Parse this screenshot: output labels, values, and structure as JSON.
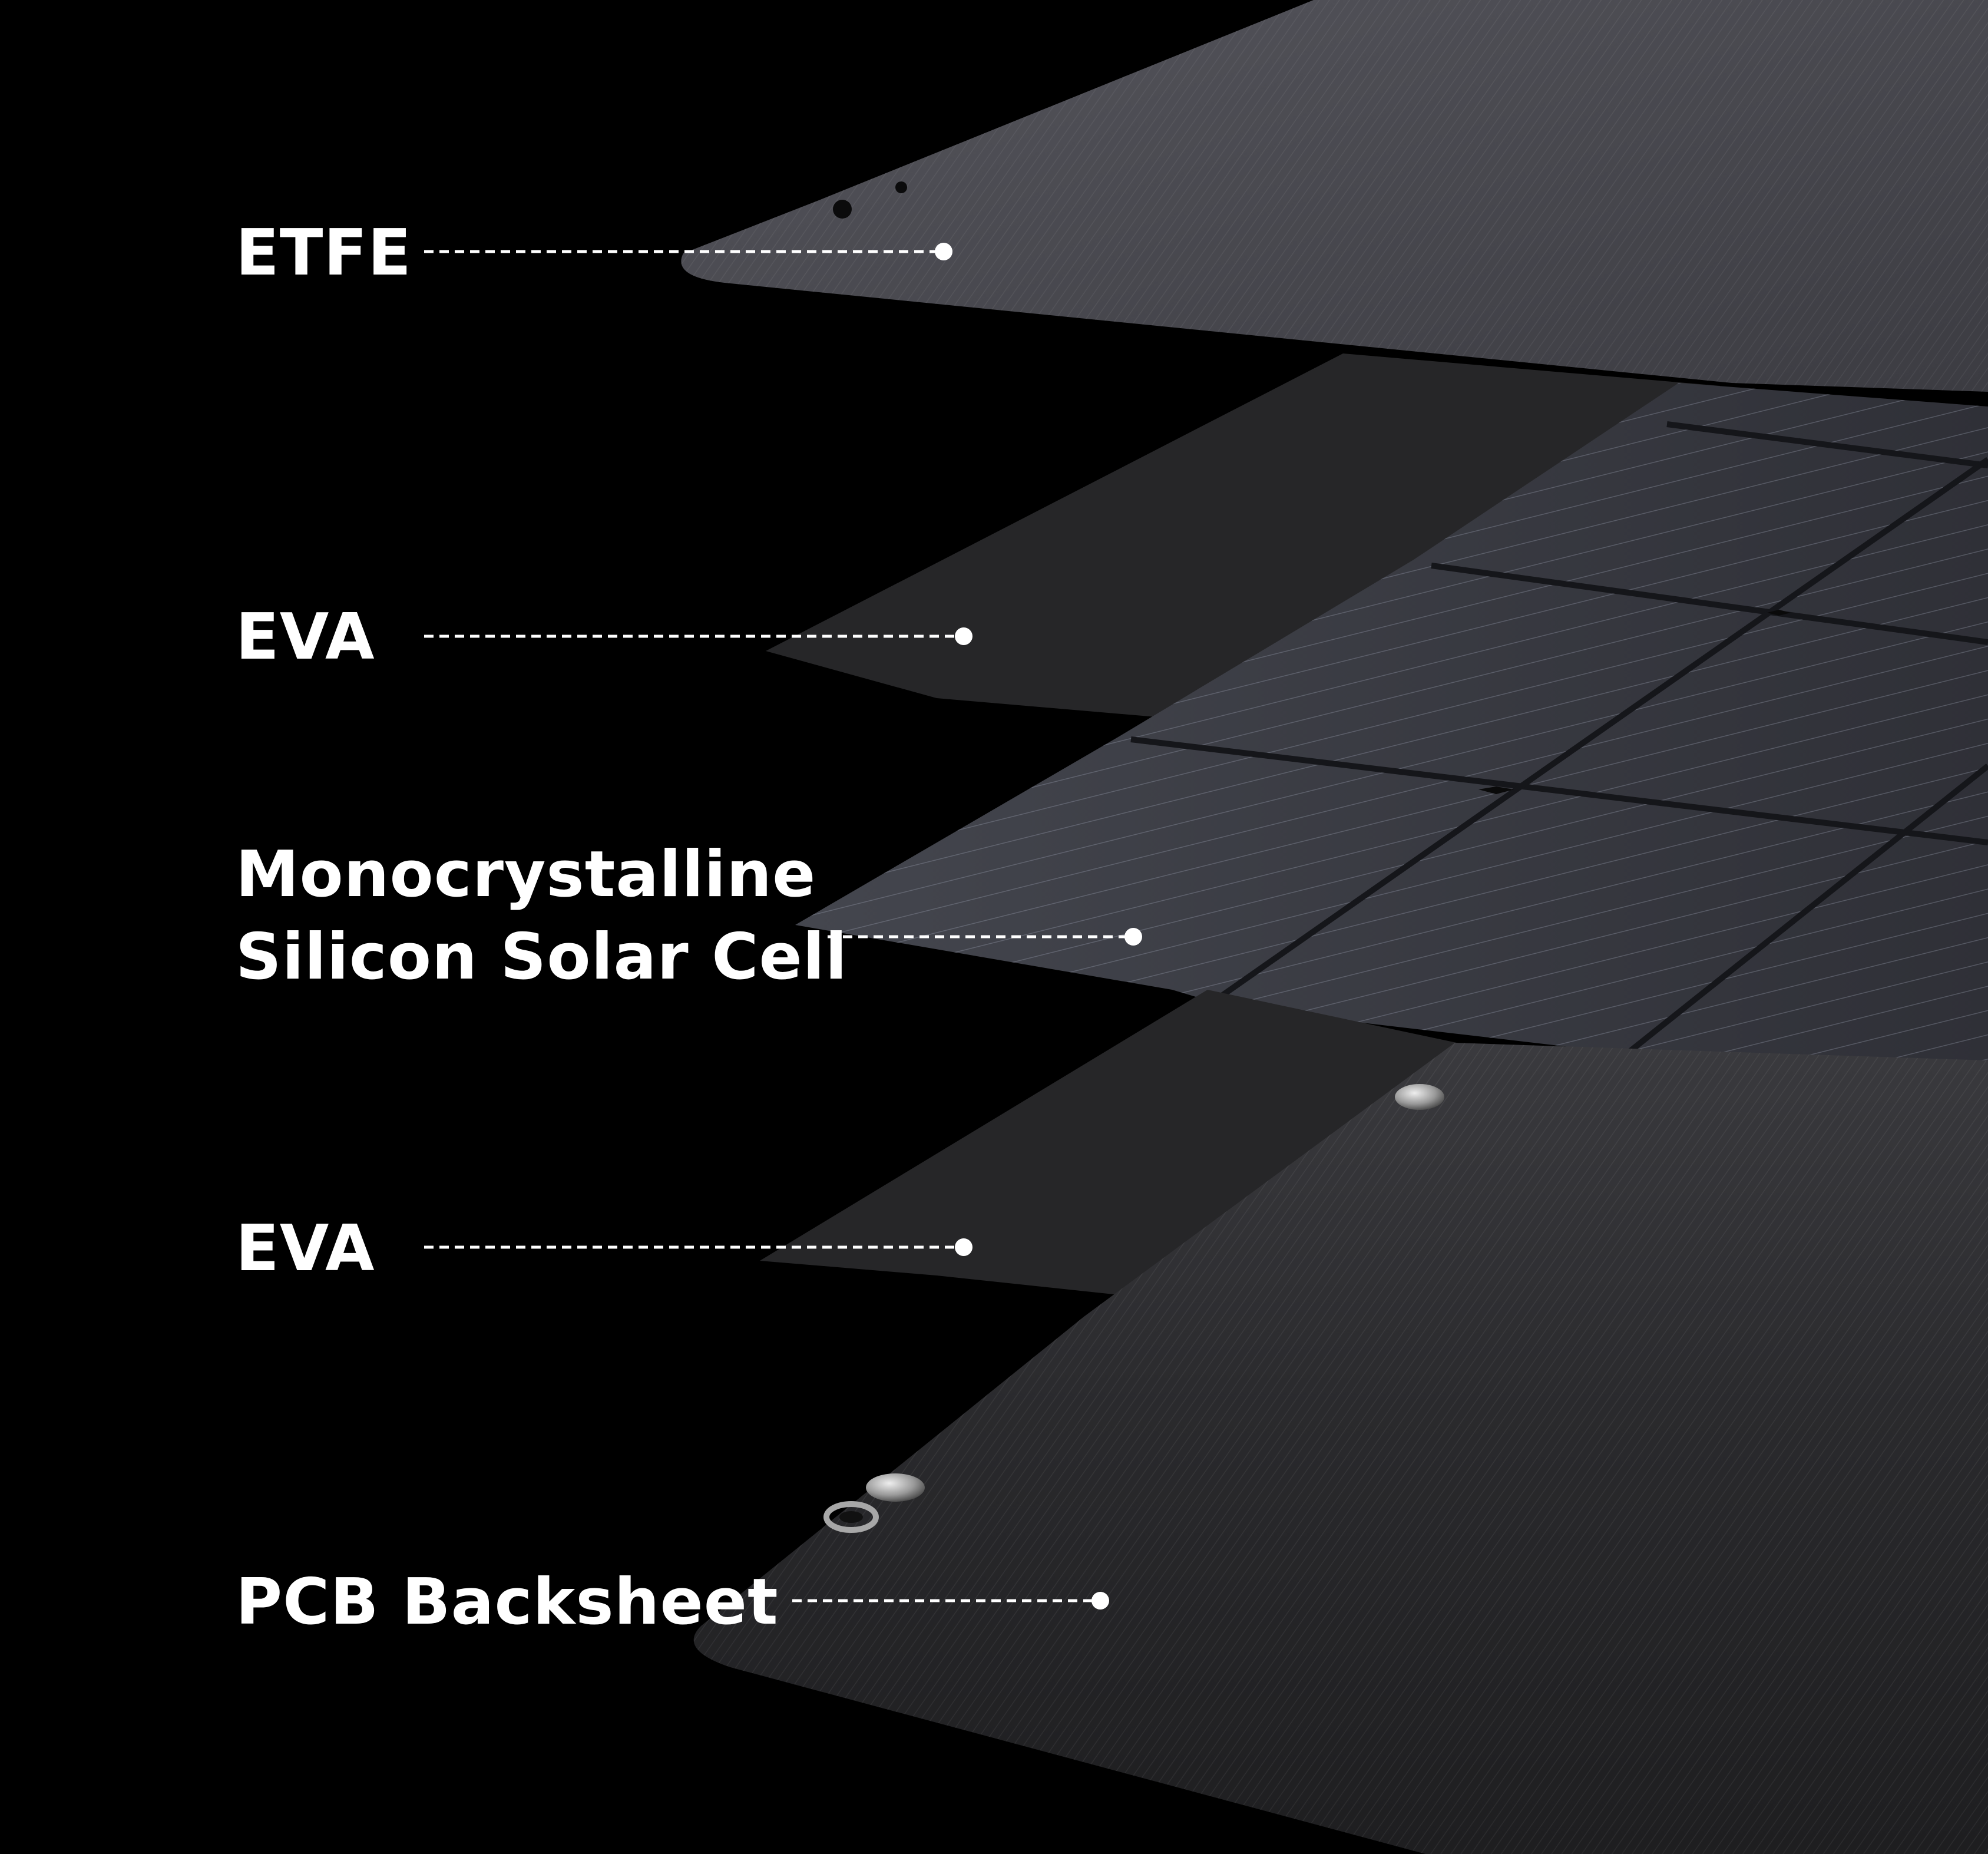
{
  "layers": [
    {
      "name": "etfe",
      "label": "ETFE"
    },
    {
      "name": "eva-top",
      "label": "EVA"
    },
    {
      "name": "solar-cell",
      "label_lines": [
        "Monocrystalline",
        "Silicon Solar Cell"
      ]
    },
    {
      "name": "eva-bottom",
      "label": "EVA"
    },
    {
      "name": "pcb-backsheet",
      "label": "PCB Backsheet"
    }
  ],
  "colors": {
    "background": "#000000",
    "label_text": "#ffffff",
    "leader_line": "#ffffff",
    "etfe_sheet": "#4a4a50",
    "eva_sheet": "#262628",
    "cell_sheet": "#3a3c44",
    "backsheet": "#2e2e31"
  }
}
